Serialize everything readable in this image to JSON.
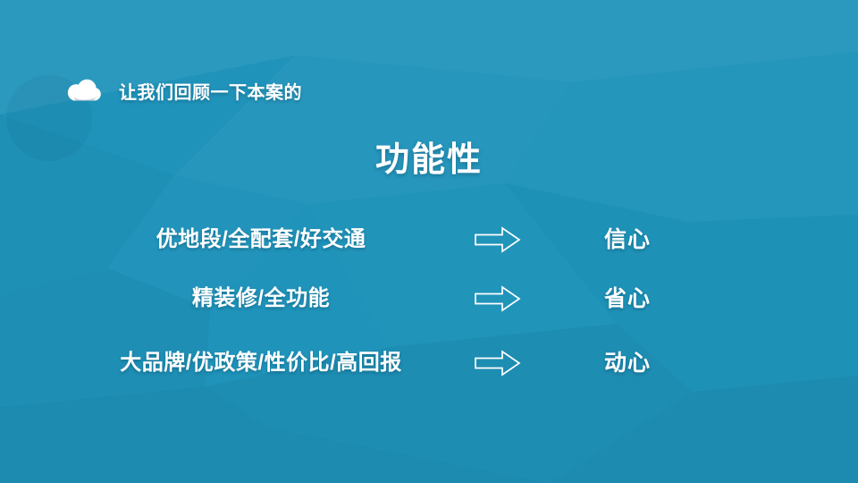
{
  "slide": {
    "background": {
      "style": "low-poly",
      "base_color": "#1F93BA",
      "light_facet_color": "#2299C2",
      "dark_facet_color": "#16819F",
      "text_color": "#FFFFFF"
    },
    "header": {
      "icon": "cloud",
      "label": "让我们回顾一下本案的"
    },
    "title": "功能性",
    "rows": [
      {
        "features": "优地段/全配套/好交通",
        "arrow": "right-arrow",
        "outcome": "信心"
      },
      {
        "features": "精装修/全功能",
        "arrow": "right-arrow",
        "outcome": "省心"
      },
      {
        "features": "大品牌/优政策/性价比/高回报",
        "arrow": "right-arrow",
        "outcome": "动心"
      }
    ]
  }
}
